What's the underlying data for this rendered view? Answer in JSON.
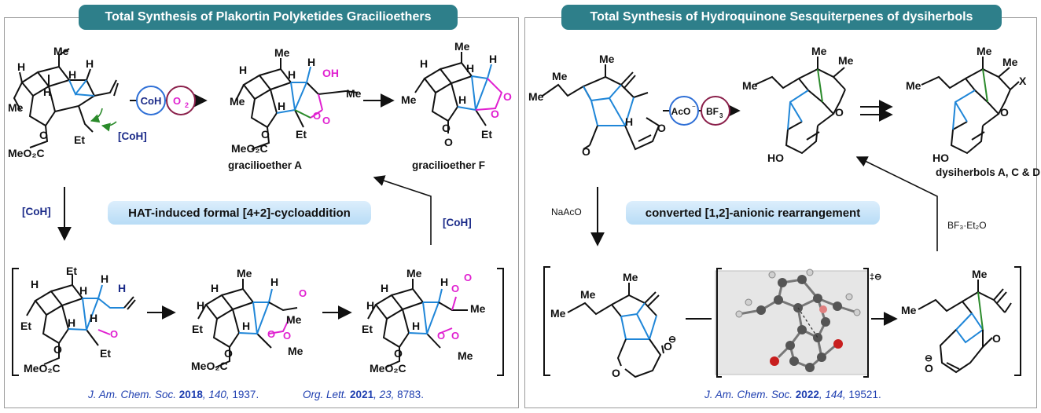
{
  "left_panel": {
    "banner": "Total Synthesis of Plakortin Polyketides Gracilioethers",
    "pill": "HAT-induced formal [4+2]-cycloaddition",
    "compound_labels": [
      "gracilioether A",
      "gracilioether F"
    ],
    "reagents": {
      "coh_circle": "CoH",
      "o2_circle": "O",
      "o2_sub": "2",
      "coh_bracket_1": "[CoH]",
      "coh_bracket_2": "[CoH]",
      "coh_bracket_3": "[CoH]"
    },
    "citations": [
      {
        "journal": "J. Am. Chem. Soc.",
        "year": "2018",
        "volume": "140",
        "pages": "1937."
      },
      {
        "journal": "Org. Lett.",
        "year": "2021",
        "volume": "23",
        "pages": "8783."
      }
    ]
  },
  "right_panel": {
    "banner": "Total Synthesis of Hydroquinone Sesquiterpenes of dysiherbols",
    "pill": "converted [1,2]-anionic rearrangement",
    "compound_labels": [
      "dysiherbols A, C & D"
    ],
    "reagents": {
      "aco_circle": "AcO",
      "bf3_circle": "BF",
      "bf3_sub": "3",
      "naaco": "NaAcO",
      "bf3_et2o": "BF₃·Et₂O"
    },
    "ts_charge": "‡⊖",
    "citations": [
      {
        "journal": "J. Am. Chem. Soc.",
        "year": "2022",
        "volume": "144",
        "pages": "19521."
      }
    ]
  },
  "atoms": {
    "H": "H",
    "Me": "Me",
    "O": "O",
    "HO": "HO",
    "X": "X",
    "Et": "Et",
    "MeO2C": "MeO₂C",
    "OH": "OH",
    "minus": "⊖"
  },
  "colors": {
    "banner": "#2e7f8a",
    "pill": "#c6e3f8",
    "bond_blue": "#1f86d8",
    "bond_green": "#2a8a2a",
    "oxygen_magenta": "#e020d0",
    "reagent_blue": "#1a2a88",
    "circle_blue": "#2e6fd6",
    "circle_maroon": "#8a1f4a"
  }
}
